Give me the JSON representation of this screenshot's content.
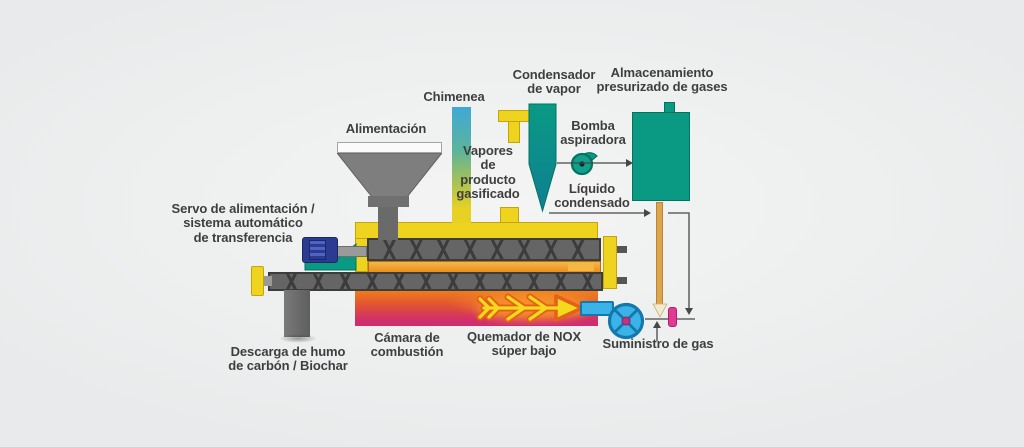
{
  "diagram_subject": "Esquema de máquina de pirólisis / gasificación",
  "labels": {
    "alimentacion": "Alimentación",
    "chimenea": "Chimenea",
    "condensador": "Condensador\nde vapor",
    "almacenamiento": "Almacenamiento\npresurizado de gases",
    "bomba": "Bomba\naspiradora",
    "vapores": "Vapores\nde\nproducto\ngasificado",
    "liquido": "Líquido\ncondensado",
    "servo": "Servo de alimentación /\nsistema automático\nde transferencia",
    "descarga": "Descarga de humo\nde carbón / Biochar",
    "camara": "Cámara de\ncombustión",
    "quemador": "Quemador de NOX\nsúper bajo",
    "suministro": "Suministro de gas"
  },
  "palette": {
    "text": "#3e3e3e",
    "line": "#474747",
    "yellow": "#efd41f",
    "yellow-border": "#c4a30c",
    "teal": "#0a9a84",
    "teal-dark": "#00745f",
    "metal": "#656565",
    "metal-dark": "#3c3c3c",
    "metal-light": "#9a9a9a",
    "hopper-gray": "#7d7d7d",
    "orange": "#e98f1e",
    "orange-light": "#f4b845",
    "chamber-top": "#ef7b1e",
    "chamber-bottom": "#d02d6e",
    "flame-yellow": "#f4d91d",
    "flame-orange": "#e2611c",
    "motor-blue": "#2c3a92",
    "motor-blue-light": "#4f63c2",
    "fan-blue": "#3cb3e8",
    "fan-blue-dark": "#1478ad",
    "hub-magenta": "#c03282",
    "valve-pink": "#e23a92",
    "pipe-tan": "#dda64d",
    "pipe-arrow": "#f2ead0",
    "white": "#fbfbfb"
  }
}
